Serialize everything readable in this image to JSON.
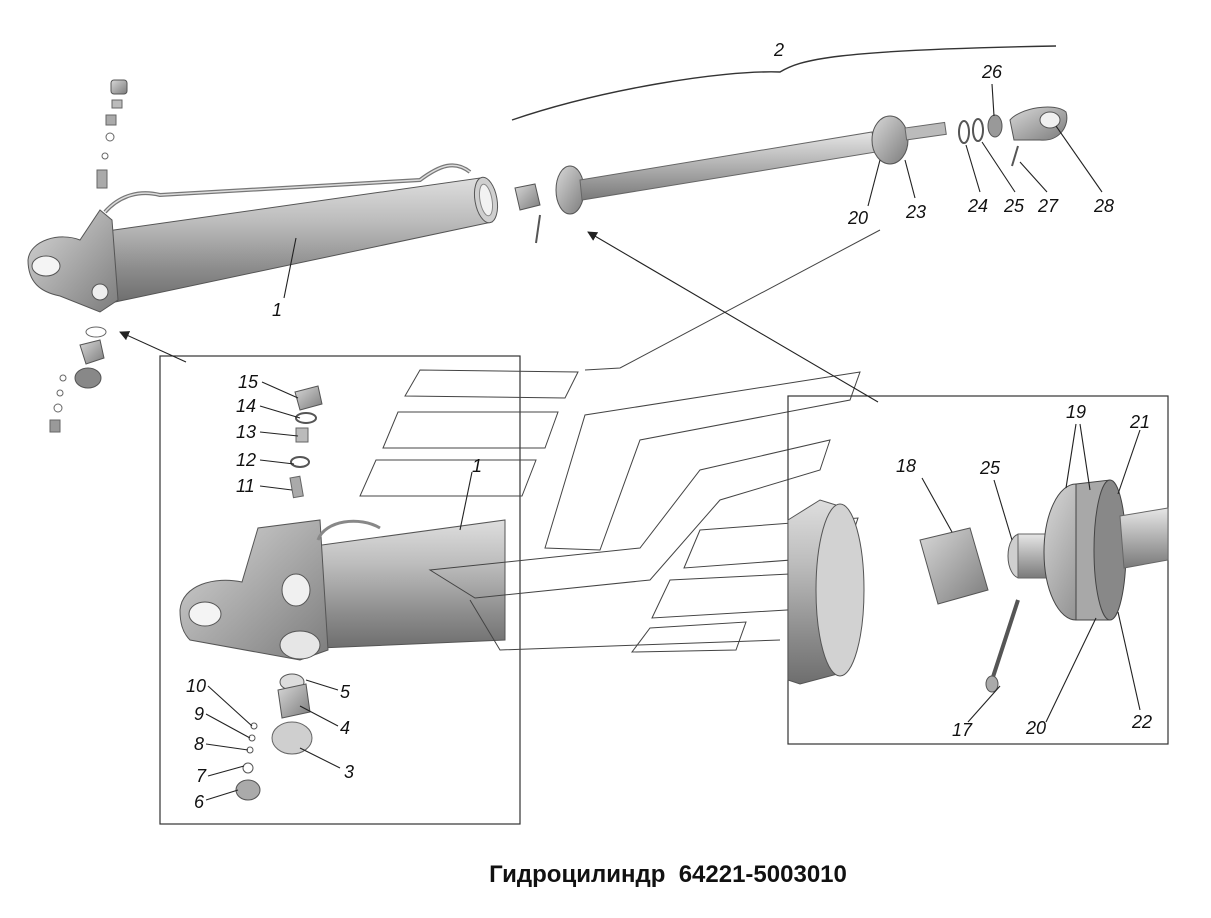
{
  "title": "Гидроцилиндр  64221-5003010",
  "callouts": {
    "c1a": "1",
    "c1b": "1",
    "c2": "2",
    "c3": "3",
    "c4": "4",
    "c5": "5",
    "c6": "6",
    "c7": "7",
    "c8": "8",
    "c9": "9",
    "c10": "10",
    "c11": "11",
    "c12": "12",
    "c13": "13",
    "c14": "14",
    "c15": "15",
    "c17": "17",
    "c18": "18",
    "c19": "19",
    "c20a": "20",
    "c20b": "20",
    "c21": "21",
    "c22": "22",
    "c23": "23",
    "c24": "24",
    "c25a": "25",
    "c25b": "25",
    "c26": "26",
    "c27": "27",
    "c28": "28"
  }
}
